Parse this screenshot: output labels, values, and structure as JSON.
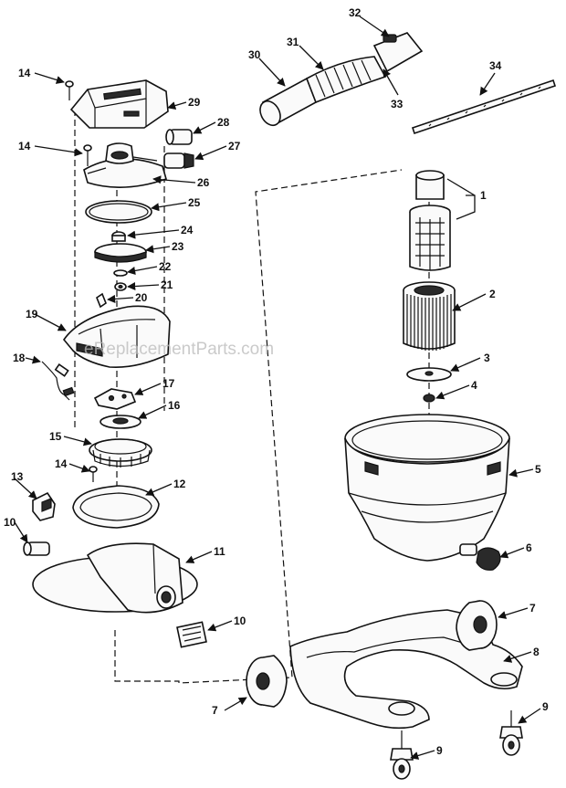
{
  "diagram": {
    "watermark": "eReplacementParts.com",
    "callouts": {
      "p1": "1",
      "p2": "2",
      "p3": "3",
      "p4": "4",
      "p5": "5",
      "p6": "6",
      "p7a": "7",
      "p7b": "7",
      "p8": "8",
      "p9a": "9",
      "p9b": "9",
      "p10a": "10",
      "p10b": "10",
      "p11": "11",
      "p12": "12",
      "p13": "13",
      "p14a": "14",
      "p14b": "14",
      "p14c": "14",
      "p15": "15",
      "p16": "16",
      "p17": "17",
      "p18": "18",
      "p19": "19",
      "p20": "20",
      "p21": "21",
      "p22": "22",
      "p23": "23",
      "p24": "24",
      "p25": "25",
      "p26": "26",
      "p27": "27",
      "p28": "28",
      "p29": "29",
      "p30": "30",
      "p31": "31",
      "p32": "32",
      "p33": "33",
      "p34": "34"
    }
  }
}
